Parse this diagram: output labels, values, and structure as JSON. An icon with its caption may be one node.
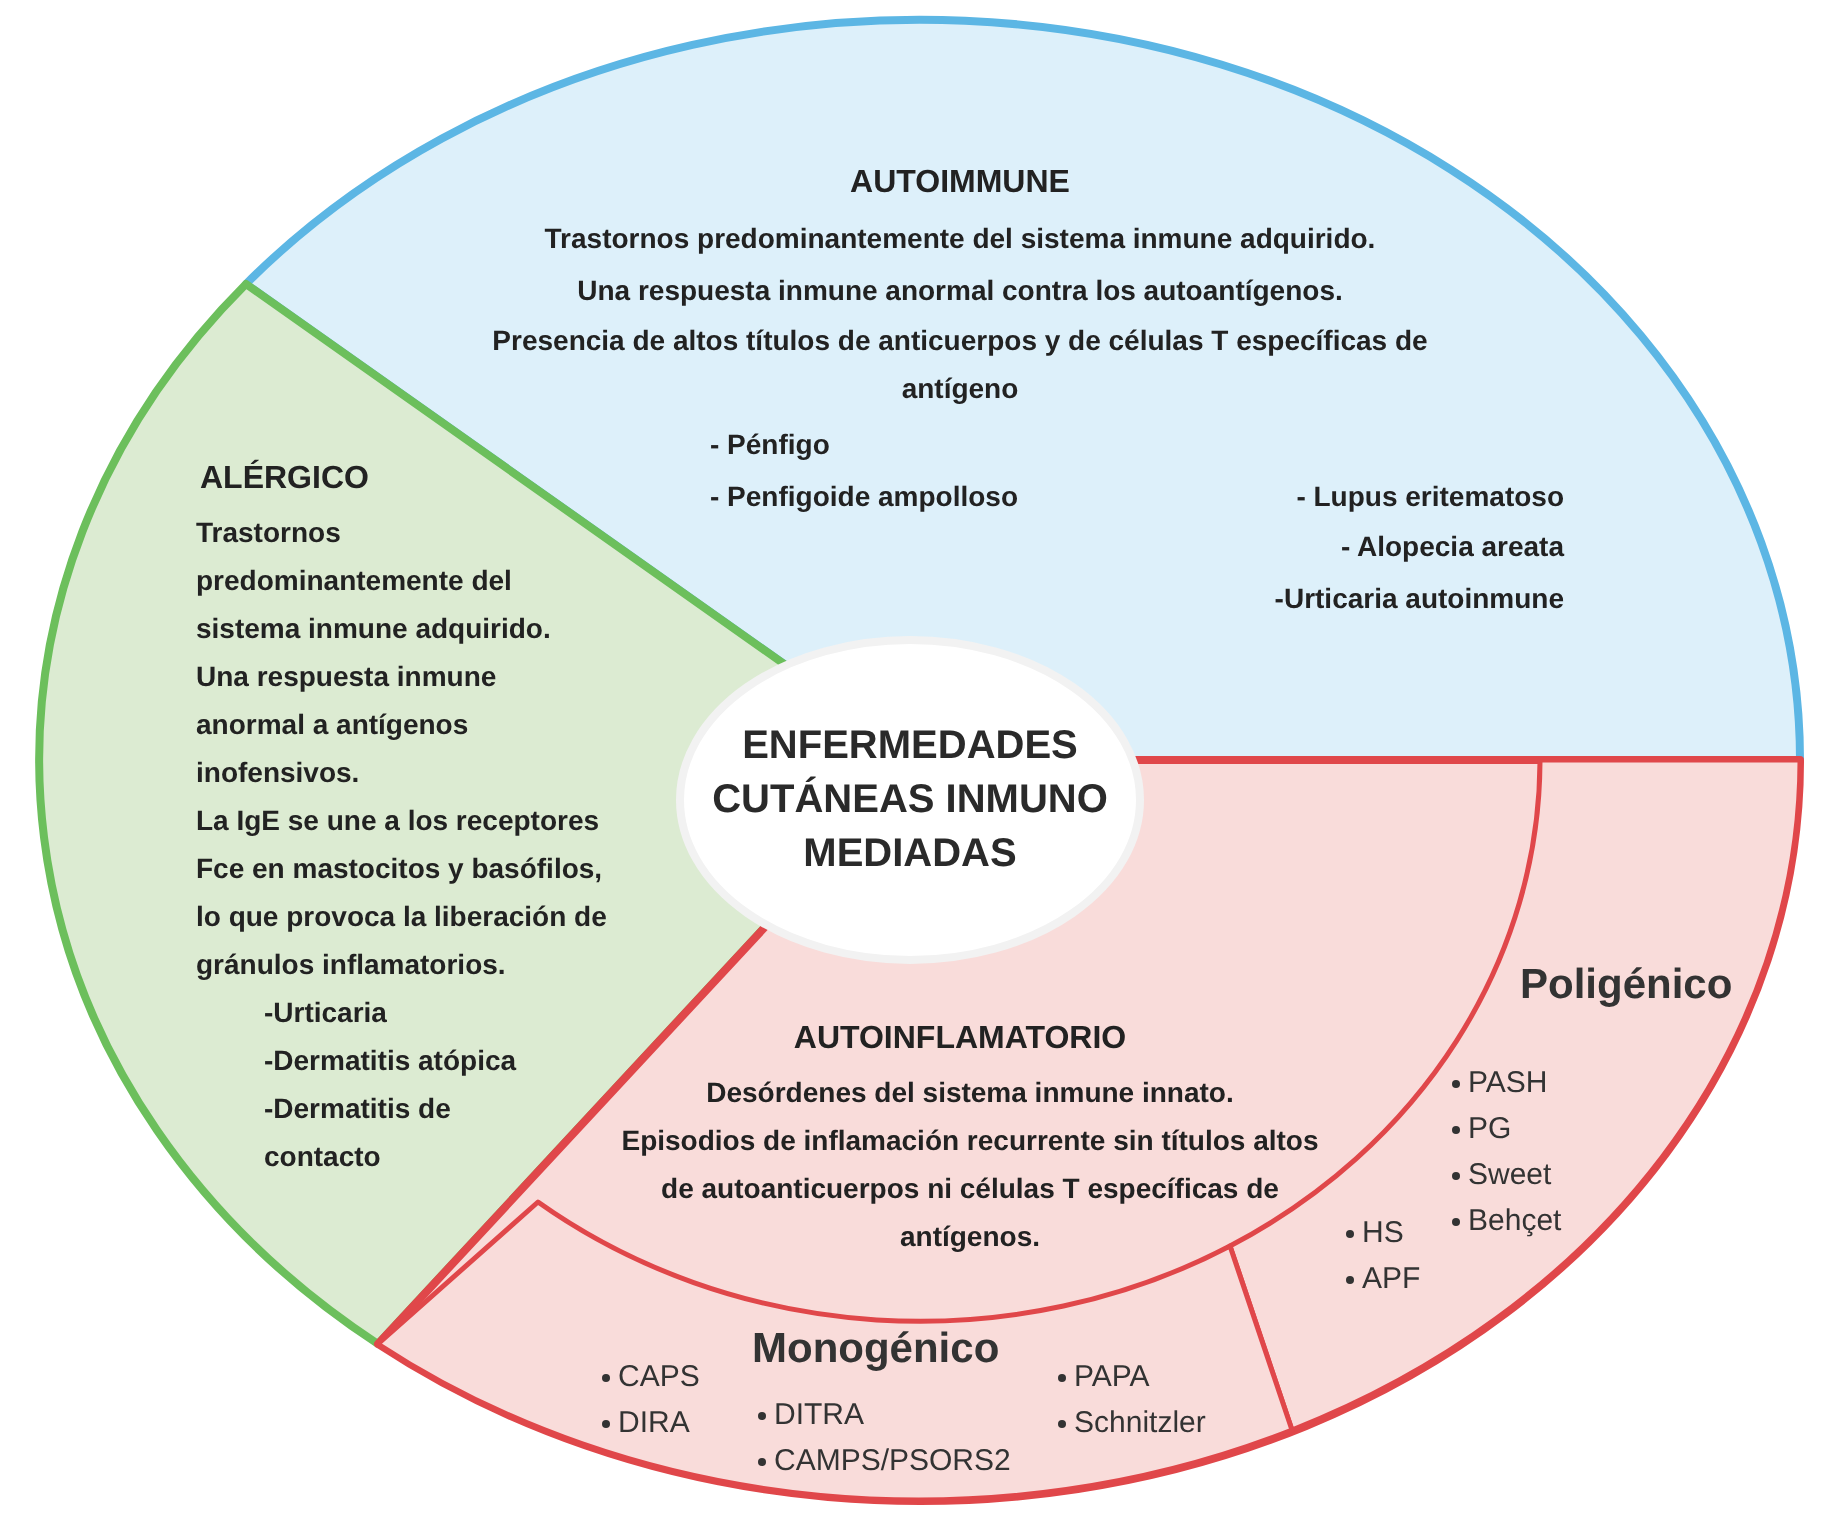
{
  "diagram": {
    "nodes": [
      {
        "text": [
          "AUTOIMMUNE",
          "Trastornos predominantemente del sistema inmune adquirido.",
          "Una respuesta inmune anormal contra los autoantígenos.",
          "Presencia de altos títulos de anticuerpos y de células T específicas de antígeno",
          "- Pénfigo",
          "- Penfigoide ampolloso",
          "- Lupus eritematoso",
          "- Alopecia areata",
          "-Urticaria autoinmune"
        ]
      },
      {
        "text": [
          "ALÉRGICO",
          "Trastornos predominantemente del sistema inmune adquirido.",
          "Una respuesta inmune anormal a antígenos inofensivos.",
          "La IgE se une a los receptores Fce en mastocitos y basófilos, lo que provoca la liberación de gránulos inflamatorios.",
          "-Urticaria",
          "-Dermatitis atópica",
          "-Dermatitis de contacto"
        ]
      },
      {
        "text": [
          "ENFERMEDADES CUTÁNEAS INMUNO MEDIADAS"
        ]
      },
      {
        "text": [
          "AUTOINFLAMATORIO",
          "Desórdenes del sistema inmune innato.",
          "Episodios de inflamación recurrente sin títulos altos de autoanticuerpos ni células T específicas de antígenos."
        ]
      },
      {
        "text": [
          "Poligénico",
          "PASH",
          "PG",
          "Sweet",
          "Behçet",
          "HS",
          "APF"
        ],
        "in": 3
      },
      {
        "text": [
          "Monogénico",
          "CAPS",
          "DIRA",
          "DITRA",
          "CAMPS/PSORS2",
          "PAPA",
          "Schnitzler"
        ],
        "in": 3
      }
    ]
  }
}
